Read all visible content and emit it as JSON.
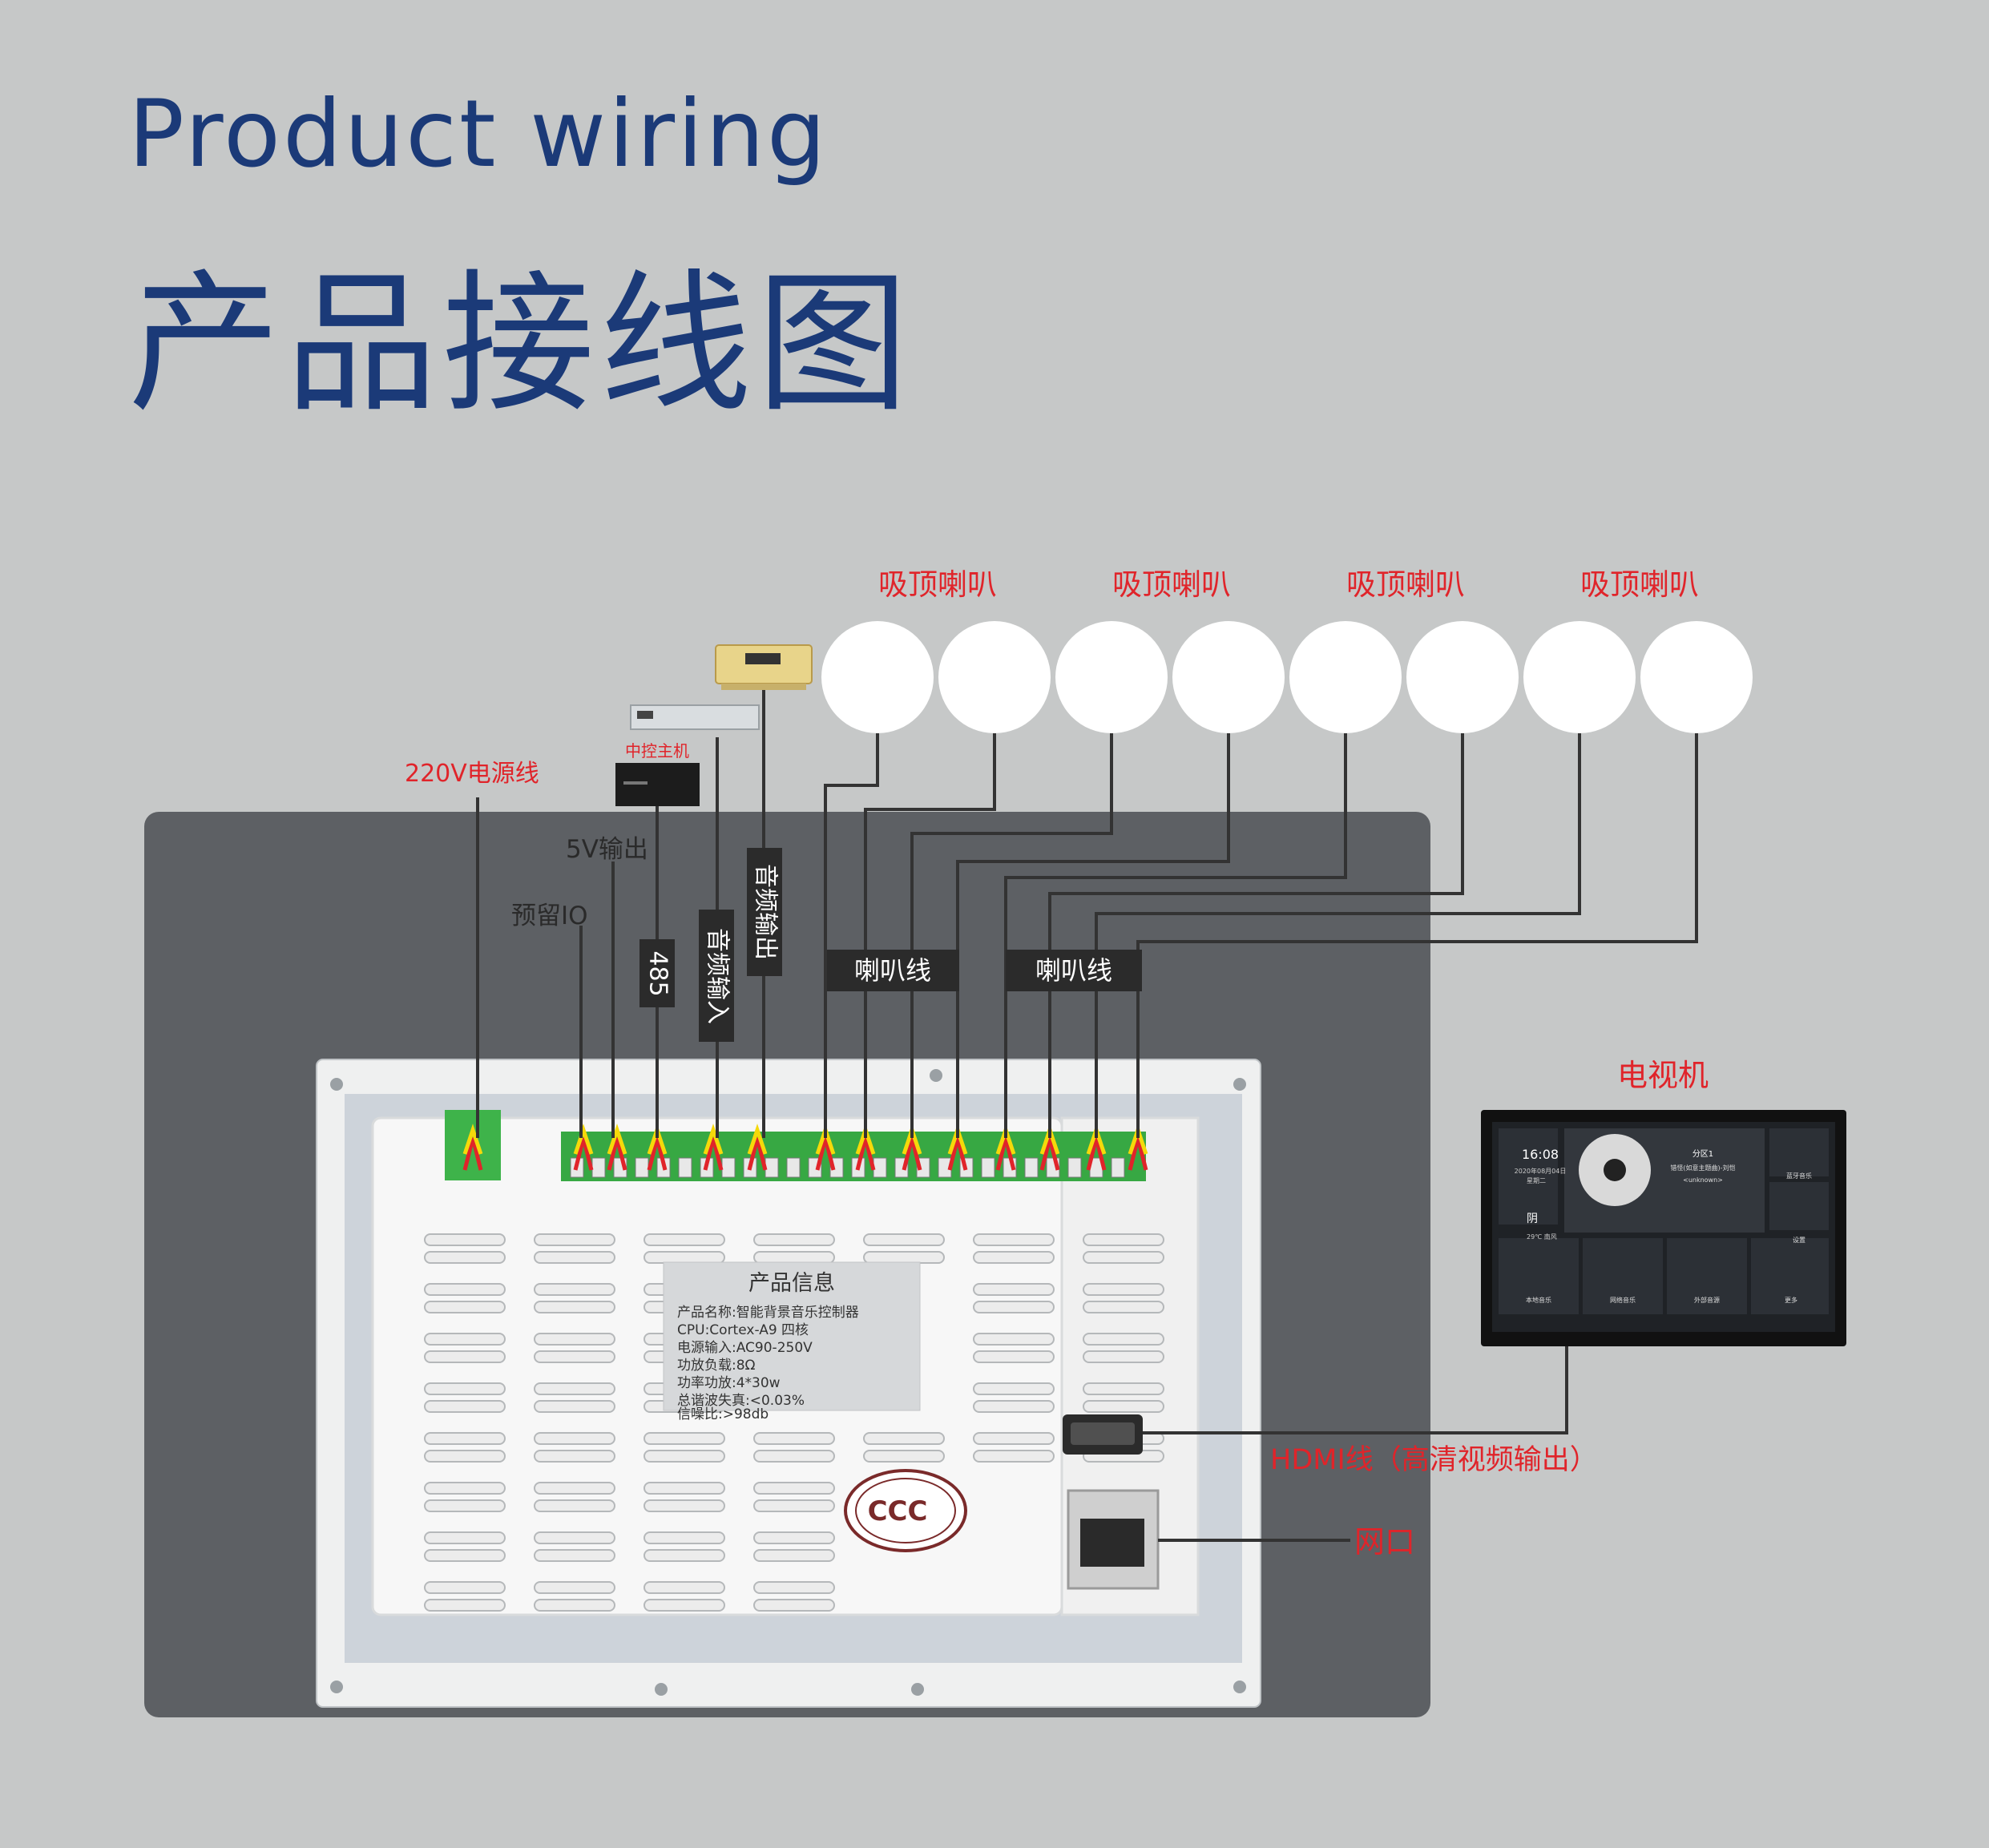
{
  "header": {
    "title_en": "Product wiring",
    "title_cn": "产品接线图"
  },
  "speakers": {
    "label": "吸顶喇叭",
    "group_count": 4
  },
  "devices": {
    "power": "220V电源线",
    "central_controller": "中控主机",
    "reserved_io": "预留IO",
    "out_5v": "5V输出",
    "rs485": "485",
    "audio_in": "音频输入",
    "audio_out": "音频输出",
    "speaker_wire_1": "喇叭线",
    "speaker_wire_2": "喇叭线",
    "tv": "电视机",
    "hdmi": "HDMI线（高清视频输出）",
    "network": "网口"
  },
  "product_label": {
    "title": "产品信息",
    "lines": [
      "产品名称:智能背景音乐控制器",
      "CPU:Cortex-A9 四核",
      "电源输入:AC90-250V",
      "功放负载:8Ω",
      "功率功放:4*30w",
      "总谐波失真:<0.03%",
      "信噪比:>98db"
    ]
  },
  "cert_mark": "CCC",
  "tv_screen": {
    "time": "16:08",
    "date": "2020年08月04日",
    "weekday": "星期二",
    "weather": "阴",
    "temp": "29℃ 南风",
    "song": "分区1",
    "song_title": "错怪(如意主题曲)-刘恺",
    "artist": "<unknown>",
    "tiles": [
      "蓝牙音乐",
      "设置",
      "本地音乐",
      "网络音乐",
      "外部音源",
      "更多"
    ]
  },
  "colors": {
    "title": "#1b3a78",
    "red_label": "#e0242a",
    "background": "#c6c8c8"
  }
}
